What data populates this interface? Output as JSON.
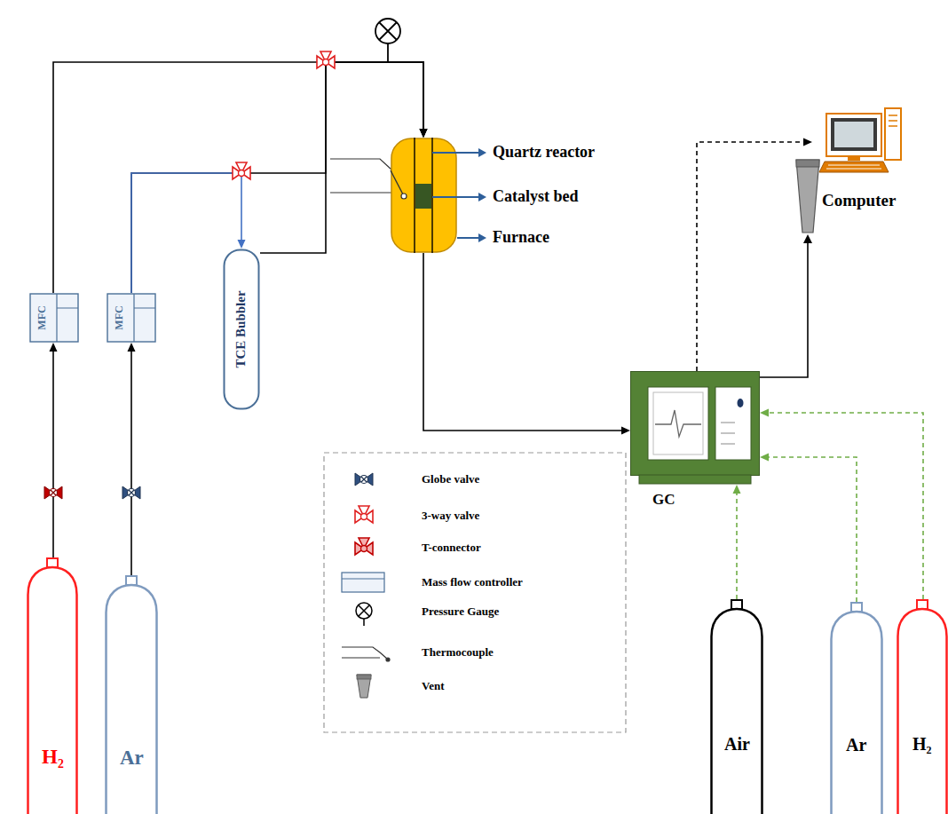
{
  "diagram": {
    "nodes": [
      {
        "text": [
          "MFC"
        ]
      },
      {
        "text": [
          "MFC"
        ]
      },
      {
        "text": [
          "TCE Bubbler"
        ]
      },
      {
        "text": [
          "Quartz reactor",
          "Catalyst bed",
          "Furnace"
        ]
      },
      {
        "text": [
          "GC"
        ]
      },
      {
        "text": [
          "Computer"
        ]
      },
      {
        "text": [
          "H₂"
        ]
      },
      {
        "text": [
          "Ar"
        ]
      },
      {
        "text": [
          "Air"
        ]
      },
      {
        "text": [
          "Ar"
        ]
      },
      {
        "text": [
          "H₂"
        ]
      }
    ],
    "edges": [
      {
        "from": 6,
        "to": 0,
        "arrow": "to"
      },
      {
        "from": 7,
        "to": 1,
        "arrow": "to"
      },
      {
        "from": 0,
        "to": 3,
        "arrow": "to"
      },
      {
        "from": 1,
        "to": 3,
        "arrow": "to"
      },
      {
        "from": 1,
        "to": 2,
        "arrow": "to"
      },
      {
        "from": 2,
        "to": 3,
        "arrow": "to"
      },
      {
        "from": 3,
        "to": 4,
        "arrow": "to"
      },
      {
        "from": 4,
        "to": 5,
        "arrow": "to"
      },
      {
        "from": 8,
        "to": 4,
        "arrow": "to"
      },
      {
        "from": 9,
        "to": 4,
        "arrow": "to"
      },
      {
        "from": 10,
        "to": 4,
        "arrow": "to"
      }
    ],
    "legend": [
      {
        "text": "Globe valve"
      },
      {
        "text": "3-way valve"
      },
      {
        "text": "T-connector"
      },
      {
        "text": "Mass flow controller"
      },
      {
        "text": "Pressure Gauge"
      },
      {
        "text": "Thermocouple"
      },
      {
        "text": "Vent"
      }
    ]
  }
}
